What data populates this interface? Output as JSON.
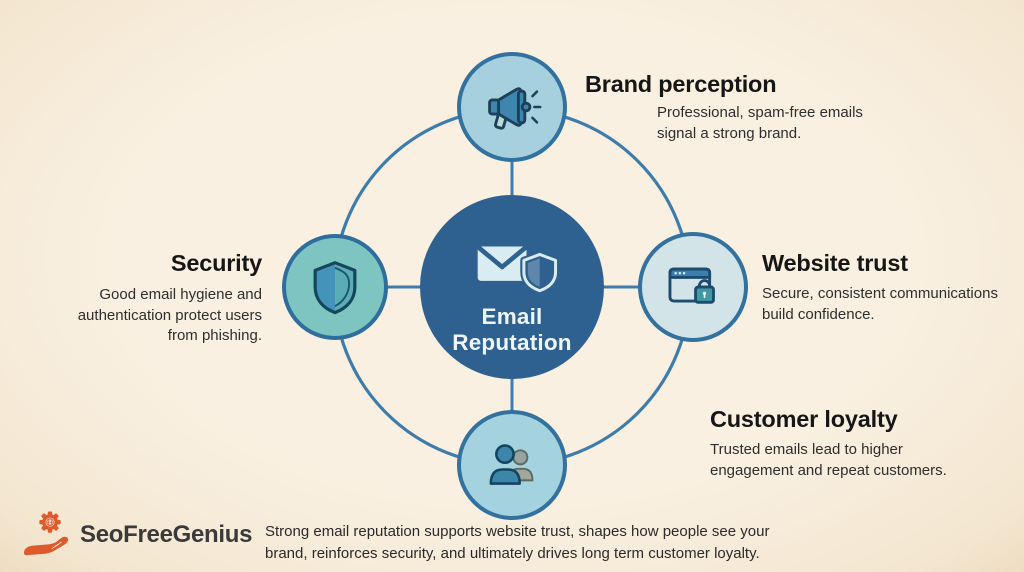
{
  "center": {
    "label": "Email Reputation",
    "icon": "email-shield-icon"
  },
  "nodes": [
    {
      "id": "brand-perception",
      "title": "Brand perception",
      "description": "Professional, spam-free emails signal a strong brand.",
      "icon": "megaphone-icon"
    },
    {
      "id": "website-trust",
      "title": "Website trust",
      "description": "Secure, consistent communications build confidence.",
      "icon": "browser-lock-icon"
    },
    {
      "id": "customer-loyalty",
      "title": "Customer loyalty",
      "description": "Trusted emails lead to higher engagement and repeat customers.",
      "icon": "people-icon"
    },
    {
      "id": "security",
      "title": "Security",
      "description": "Good email hygiene and authentication protect users from phishing.",
      "icon": "shield-icon"
    }
  ],
  "footer": {
    "logo_text": "SeoFreeGenius",
    "logo_icon": "hand-gear-icon",
    "caption": "Strong email reputation supports website trust, shapes how people see your brand, reinforces security, and ultimately drives long term customer loyalty."
  },
  "colors": {
    "background": "#f8efde",
    "center_circle": "#2e6090",
    "connector": "#3e7dab",
    "node_border": "#33719f",
    "node_light_blue": "#a6d0de",
    "node_pale_blue": "#d3e4e9",
    "node_teal": "#7ec5c1",
    "icon_steel_blue": "#3e86ae",
    "icon_outline_navy": "#1d4059",
    "logo_orange": "#de5a2c",
    "title_text": "#161616",
    "body_text": "#2e2e2e"
  }
}
